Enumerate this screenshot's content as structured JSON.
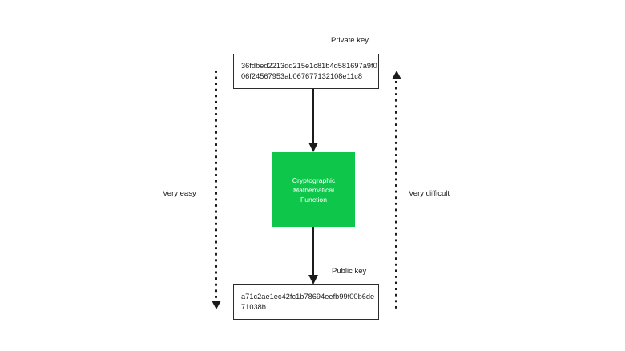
{
  "diagram": {
    "title": "one-way-cryptographic-function",
    "colors": {
      "function_box": "#0ec74a",
      "stroke": "#1b1b1b",
      "background": "#ffffff",
      "function_text": "#ffffff"
    },
    "private_key": {
      "label": "Private key",
      "line1": "36fdbed2213dd215e1c81b4d581697a9f0",
      "line2": "06f24567953ab067677132108e11c8"
    },
    "public_key": {
      "label": "Public key",
      "line1": "a71c2ae1ec42fc1b78694eefb99f00b6de",
      "line2": "71038b"
    },
    "function_box": {
      "line1": "Cryptographic",
      "line2": "Mathematical",
      "line3": "Function"
    },
    "flow": {
      "forward_label": "Very easy",
      "reverse_label": "Very difficult",
      "forward_direction": "down",
      "reverse_direction": "up"
    }
  }
}
